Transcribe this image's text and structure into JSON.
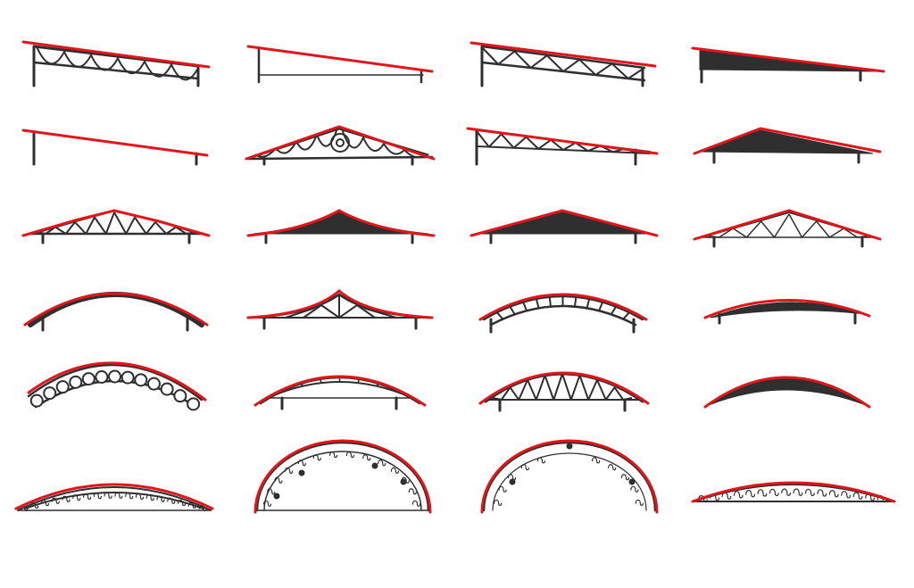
{
  "colors": {
    "roof": "#e0161b",
    "frame": "#2f2f2f",
    "background": "#ffffff"
  },
  "roof_types": [
    {
      "id": "mono-loops",
      "shape": "mono-pitch",
      "truss": "arched-loops"
    },
    {
      "id": "mono-tie",
      "shape": "mono-pitch",
      "truss": "single-tie"
    },
    {
      "id": "mono-lattice",
      "shape": "mono-pitch",
      "truss": "lattice"
    },
    {
      "id": "mono-solid",
      "shape": "mono-pitch",
      "truss": "dense-solid"
    },
    {
      "id": "mono-plain",
      "shape": "mono-pitch",
      "truss": "none"
    },
    {
      "id": "gable-arcs-rosette",
      "shape": "gable",
      "truss": "arcs-with-rosette"
    },
    {
      "id": "mono-lattice-long",
      "shape": "mono-pitch",
      "truss": "lattice"
    },
    {
      "id": "gable-solid",
      "shape": "gable",
      "truss": "dense-solid"
    },
    {
      "id": "gable-hip-lattice",
      "shape": "hipped-gable",
      "truss": "lattice"
    },
    {
      "id": "gable-concave-solid",
      "shape": "concave-gable",
      "truss": "dense-solid"
    },
    {
      "id": "gable-solid-wide",
      "shape": "gable",
      "truss": "dense-solid"
    },
    {
      "id": "gable-light-lattice",
      "shape": "gable",
      "truss": "light-lattice"
    },
    {
      "id": "arch-beam",
      "shape": "arch",
      "truss": "solid-beam"
    },
    {
      "id": "pagoda-lattice",
      "shape": "pagoda",
      "truss": "lattice"
    },
    {
      "id": "arch-ladder",
      "shape": "arch",
      "truss": "ladder"
    },
    {
      "id": "arch-low-solid",
      "shape": "low-arch",
      "truss": "dense-solid"
    },
    {
      "id": "arch-circles",
      "shape": "arch",
      "truss": "circles"
    },
    {
      "id": "arch-light",
      "shape": "arch",
      "truss": "light-lattice"
    },
    {
      "id": "arch-lattice",
      "shape": "arch",
      "truss": "lattice"
    },
    {
      "id": "arch-solid",
      "shape": "arch",
      "truss": "dense-solid"
    },
    {
      "id": "arch-scroll-flat",
      "shape": "flat-arch",
      "truss": "scrollwork"
    },
    {
      "id": "semicircle-scroll",
      "shape": "semicircle",
      "truss": "scrollwork"
    },
    {
      "id": "semicircle-scroll-open",
      "shape": "semicircle",
      "truss": "scrollwork"
    },
    {
      "id": "arch-scroll-low",
      "shape": "flat-arch",
      "truss": "scrollwork"
    }
  ]
}
